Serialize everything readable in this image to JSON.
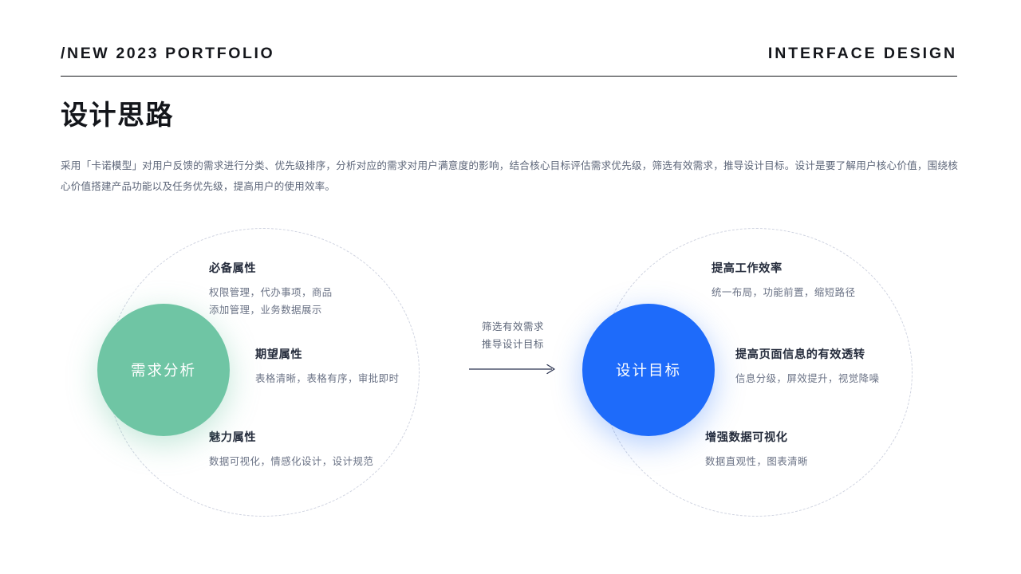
{
  "header": {
    "left_label": "/NEW 2023 PORTFOLIO",
    "right_label": "INTERFACE DESIGN"
  },
  "page": {
    "title": "设计思路",
    "intro": "采用「卡诺模型」对用户反馈的需求进行分类、优先级排序，分析对应的需求对用户满意度的影响，结合核心目标评估需求优先级，筛选有效需求，推导设计目标。设计是要了解用户核心价值，围绕核心价值搭建产品功能以及任务优先级，提高用户的使用效率。"
  },
  "diagram": {
    "left": {
      "core_label": "需求分析",
      "core_color": "#6FC5A4",
      "items": [
        {
          "title": "必备属性",
          "desc_line1": "权限管理，代办事项，商品",
          "desc_line2": "添加管理，业务数据展示"
        },
        {
          "title": "期望属性",
          "desc_line1": "表格清晰，表格有序，审批即时",
          "desc_line2": ""
        },
        {
          "title": "魅力属性",
          "desc_line1": "数据可视化，情感化设计，设计规范",
          "desc_line2": ""
        }
      ]
    },
    "connector": {
      "line1": "筛选有效需求",
      "line2": "推导设计目标",
      "arrow_icon": "arrow-right-icon",
      "arrow_color": "#2b3350"
    },
    "right": {
      "core_label": "设计目标",
      "core_color": "#1E6BFA",
      "items": [
        {
          "title": "提高工作效率",
          "desc_line1": "统一布局，功能前置，缩短路径",
          "desc_line2": ""
        },
        {
          "title": "提高页面信息的有效透转",
          "desc_line1": "信息分级，屏效提升，视觉降噪",
          "desc_line2": ""
        },
        {
          "title": "增强数据可视化",
          "desc_line1": "数据直观性，图表清晰",
          "desc_line2": ""
        }
      ]
    }
  }
}
